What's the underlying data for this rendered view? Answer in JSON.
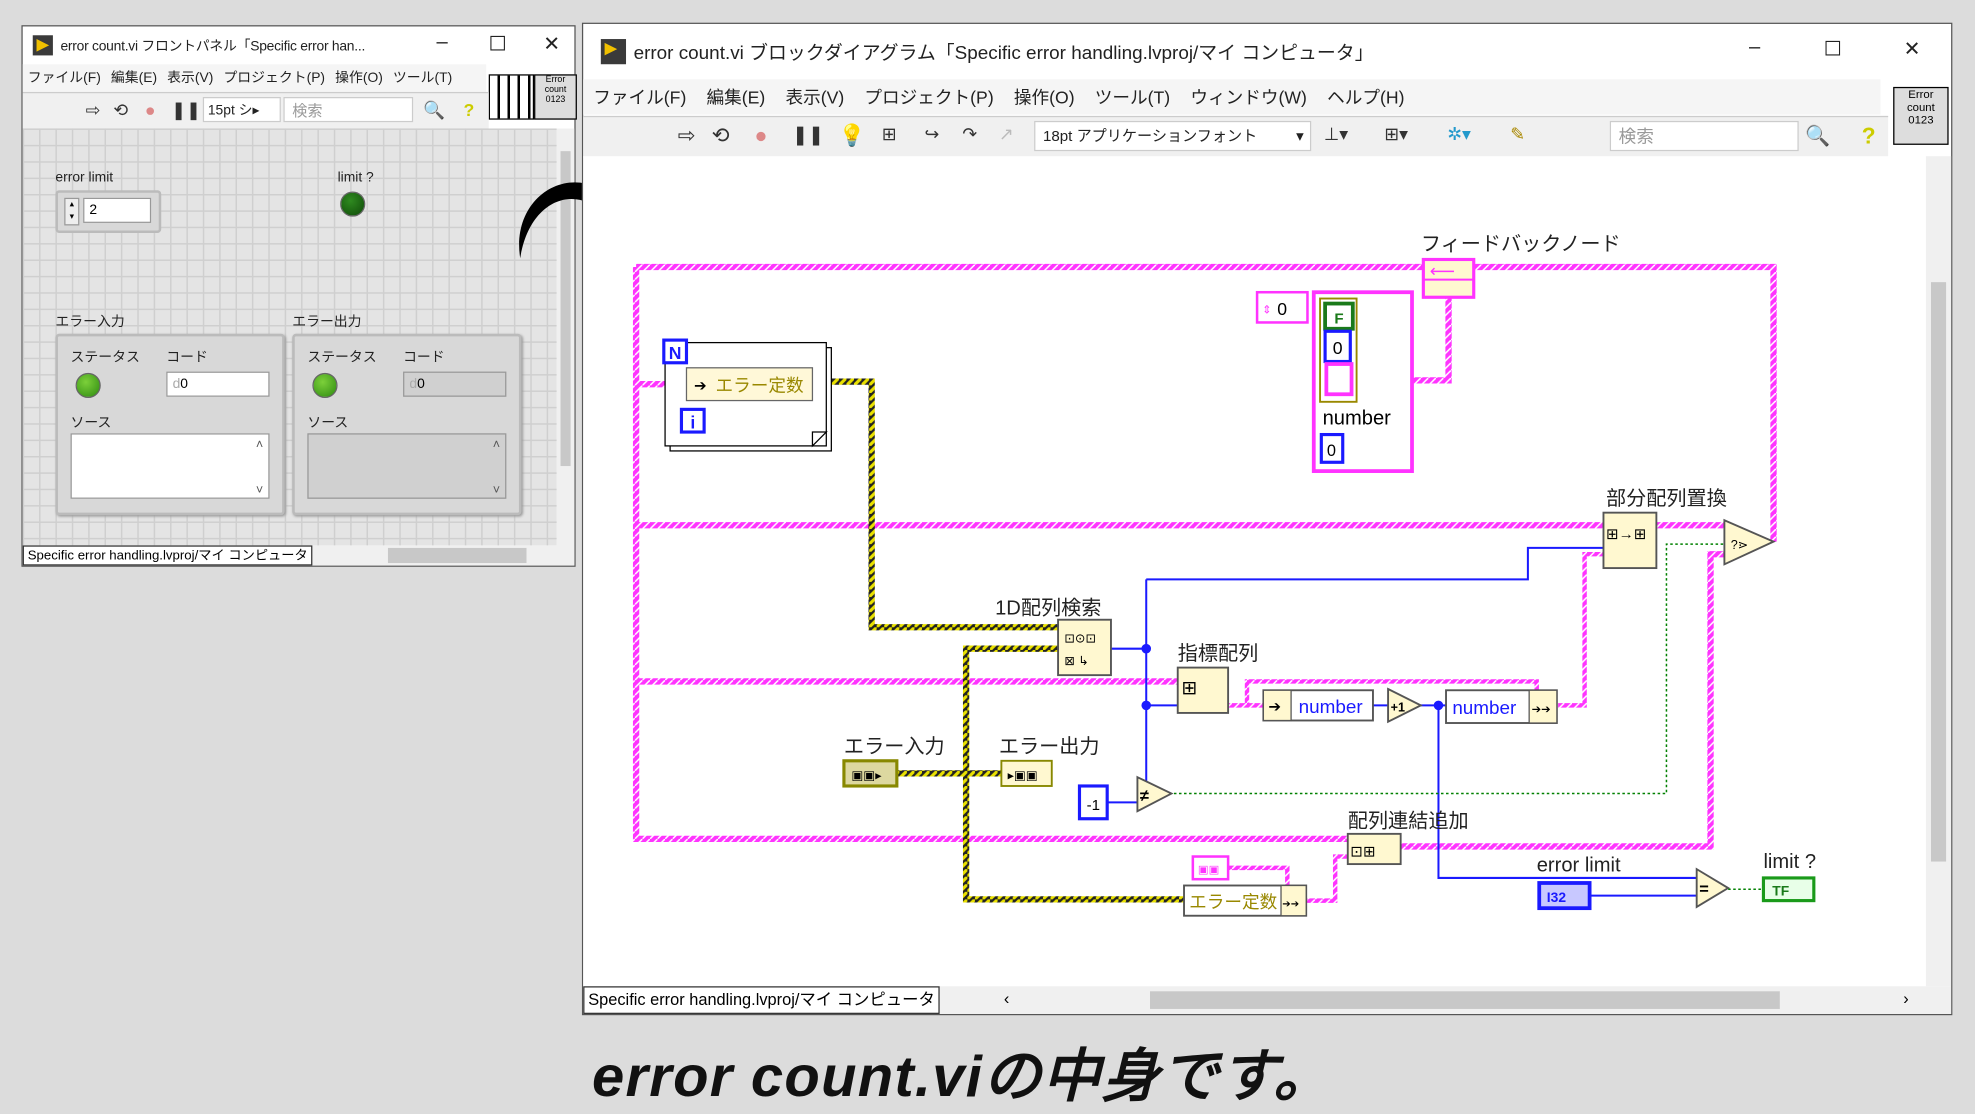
{
  "front_panel": {
    "title": "error count.vi フロントパネル「Specific error han...",
    "menu": [
      "ファイル(F)",
      "編集(E)",
      "表示(V)",
      "プロジェクト(P)",
      "操作(O)",
      "ツール(T)"
    ],
    "font_select": "15pt シ▸",
    "search_placeholder": "検索",
    "icon_text": "Error count 0123",
    "error_limit_label": "error limit",
    "error_limit_value": "2",
    "limit_label": "limit ?",
    "error_in": {
      "label": "エラー入力",
      "status": "ステータス",
      "code": "コード",
      "code_value": "0",
      "source": "ソース"
    },
    "error_out": {
      "label": "エラー出力",
      "status": "ステータス",
      "code": "コード",
      "code_value": "0",
      "source": "ソース"
    },
    "status_path": "Specific error handling.lvproj/マイ コンピュータ"
  },
  "block_diagram": {
    "title": "error count.vi ブロックダイアグラム「Specific error handling.lvproj/マイ コンピュータ」",
    "menu": [
      "ファイル(F)",
      "編集(E)",
      "表示(V)",
      "プロジェクト(P)",
      "操作(O)",
      "ツール(T)",
      "ウィンドウ(W)",
      "ヘルプ(H)"
    ],
    "font_select": "18pt アプリケーションフォント",
    "search_placeholder": "検索",
    "status_path": "Specific error handling.lvproj/マイ コンピュータ",
    "nodes": {
      "feedback": "フィードバックノード",
      "loop_n": "N",
      "loop_i": "i",
      "error_const": "エラー定数",
      "num_const": "0",
      "cluster_f": "F",
      "cluster_0": "0",
      "cluster_number": "number",
      "cluster_number_val": "0",
      "search_1d": "1D配列検索",
      "index_array": "指標配列",
      "unbundle_number": "number",
      "increment": "+1",
      "bundle_number": "number",
      "replace_subset": "部分配列置換",
      "error_in": "エラー入力",
      "error_out": "エラー出力",
      "minus_one": "-1",
      "not_equal": "≠",
      "build_array": "配列連結追加",
      "error_const2": "エラー定数",
      "error_limit": "error limit",
      "i32": "I32",
      "equal": "=",
      "limit": "limit ?",
      "tf": "TF"
    }
  },
  "caption": "error count.viの中身です。",
  "colors": {
    "cluster_wire": "#ff33ff",
    "error_wire": "#e8e000",
    "int_wire": "#1a1aff",
    "bool_wire": "#008000"
  }
}
